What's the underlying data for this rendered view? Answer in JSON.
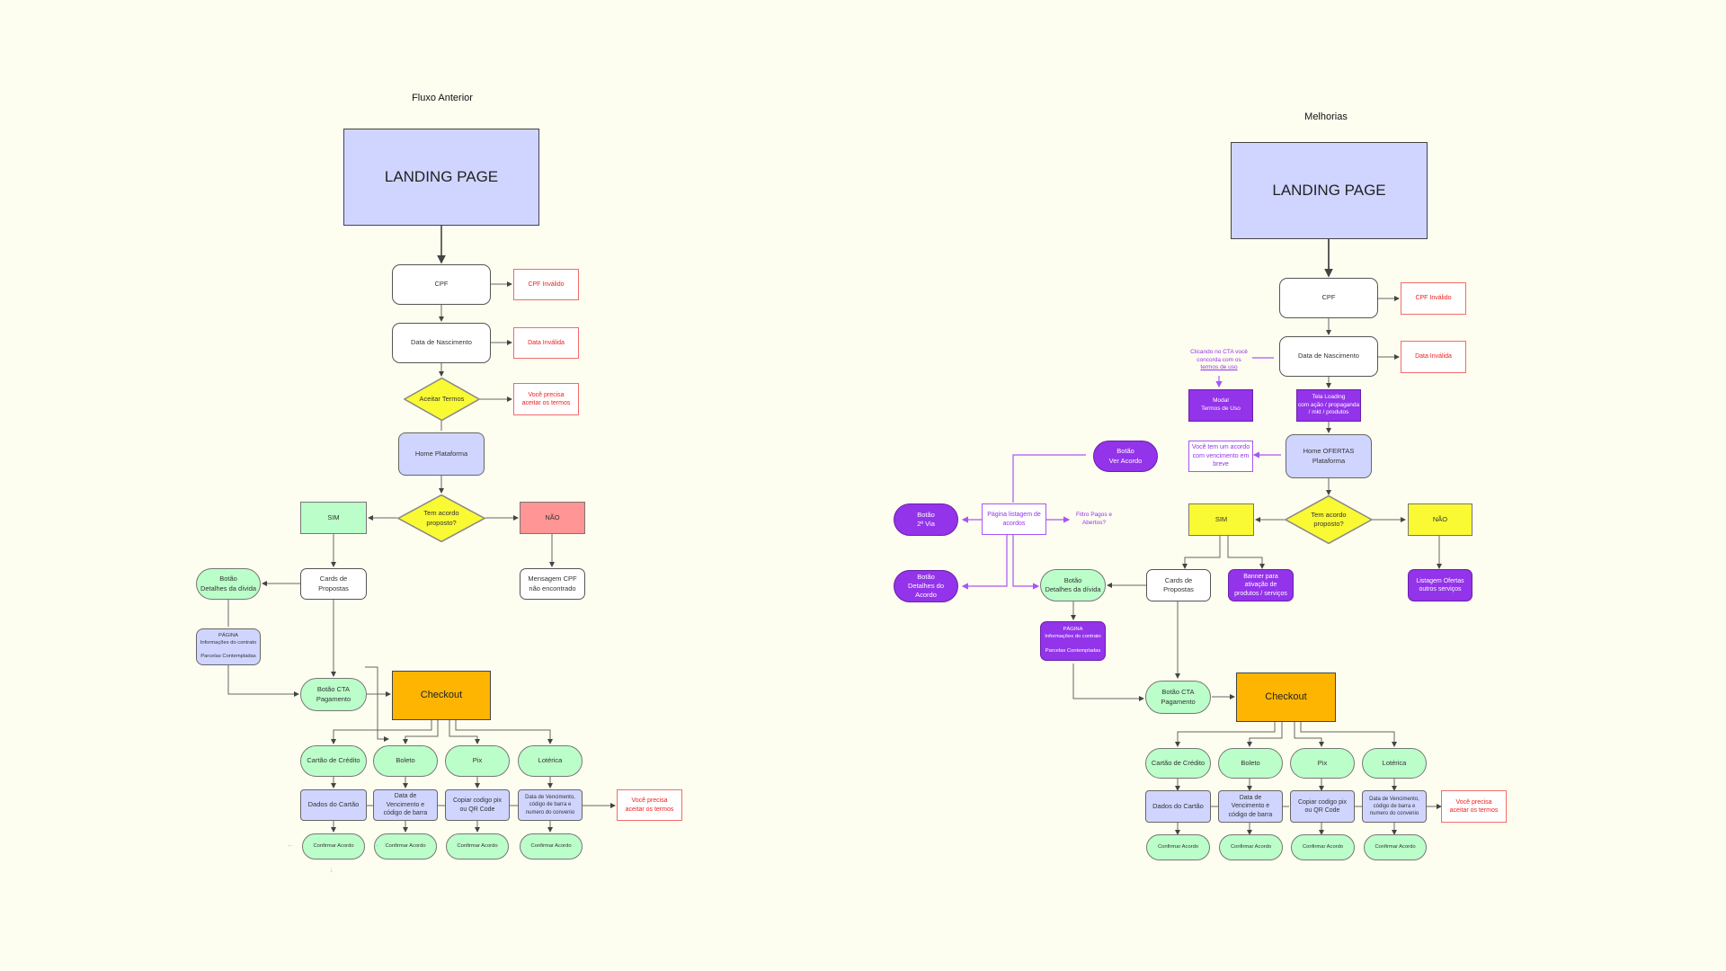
{
  "left": {
    "title": "Fluxo Anterior",
    "landing": "LANDING PAGE",
    "cpf": "CPF",
    "cpf_invalid": "CPF Inválido",
    "birth": "Data de Nascimento",
    "birth_invalid": "Data Inválida",
    "accept_terms": "Aceitar Termos",
    "terms_error": "Você precisa\naceitar os termos",
    "home": "Home Plataforma",
    "has_deal": "Tem acordo\nproposto?",
    "yes": "SIM",
    "no": "NÃO",
    "cards": "Cards de\nPropostas",
    "debt_details_button": "Botão\nDetalhes da dívida",
    "not_found": "Mensagem CPF\nnão encontrado",
    "contract_page": "PÁGINA\nInformações do contrato\n\nParcelas Contempladas",
    "cta_button": "Botão CTA\nPagamento",
    "checkout": "Checkout",
    "payment_methods": [
      "Cartão de Crédito",
      "Boleto",
      "Pix",
      "Lotérica"
    ],
    "payment_details": [
      "Dados do Cartão",
      "Data de\nVencimento e\ncódigo de barra",
      "Copiar codigo pix\nou QR Code",
      "Data de Vencimento,\ncódigo de barra e\nnumero do convenio"
    ],
    "confirm": [
      "Confirmar Acordo",
      "Confirmar Acordo",
      "Confirmar Acordo",
      "Confirmar Acordo"
    ],
    "final_error": "Você precisa\naceitar os termos"
  },
  "right": {
    "title": "Melhorias",
    "landing": "LANDING PAGE",
    "cpf": "CPF",
    "cpf_invalid": "CPF Inválido",
    "birth": "Data de Nascimento",
    "birth_invalid": "Data Inválida",
    "cta_note_prefix": "Clicando no CTA você\nconcorda com os",
    "cta_note_link": "termos de uso",
    "terms_modal": "Modal\nTermos de Uso",
    "loading": "Tela Loading\ncom ação / propaganda\n/ mkt / produtos",
    "home": "Home OFERTAS\nPlataforma",
    "due_banner": "Você tem um acordo\ncom vencimento em\nbreve",
    "view_deal_button": "Botão\nVer Acordo",
    "deals_list_page": "Página listagem de\nacordos",
    "filter_note": "Filtro Pagos e\nAbertos?",
    "second_copy_button": "Botão\n2ª Via",
    "deal_details_button": "Botão\nDetalhes do\nAcordo",
    "has_deal": "Tem acordo\nproposto?",
    "yes": "SIM",
    "no": "NÃO",
    "cards": "Cards de\nPropostas",
    "products_banner": "Banner para\nativação de\nprodutos / serviços",
    "other_offers": "Listagem Ofertas\noutros serviços",
    "debt_details_button": "Botão\nDetalhes da dívida",
    "contract_page": "PÁGINA\nInformações do contrato\n\nParcelas Contempladas",
    "cta_button": "Botão CTA\nPagamento",
    "checkout": "Checkout",
    "payment_methods": [
      "Cartão de Crédito",
      "Boleto",
      "Pix",
      "Lotérica"
    ],
    "payment_details": [
      "Dados do Cartão",
      "Data de\nVencimento e\ncódigo de barra",
      "Copiar codigo pix\nou QR Code",
      "Data de Vencimento,\ncódigo de barra e\nnumero do convenio"
    ],
    "confirm": [
      "Confirmar Acordo",
      "Confirmar Acordo",
      "Confirmar Acordo",
      "Confirmar Acordo"
    ],
    "final_error": "Você precisa\naceitar os termos"
  },
  "colors": {
    "background": "#fefef0",
    "lavender": "#d0d5ff",
    "green": "#bbfec9",
    "yellow": "#f9f934",
    "red": "#ff9595",
    "orange": "#fdb502",
    "purple": "#9333ea",
    "error_text": "#f0201f"
  }
}
